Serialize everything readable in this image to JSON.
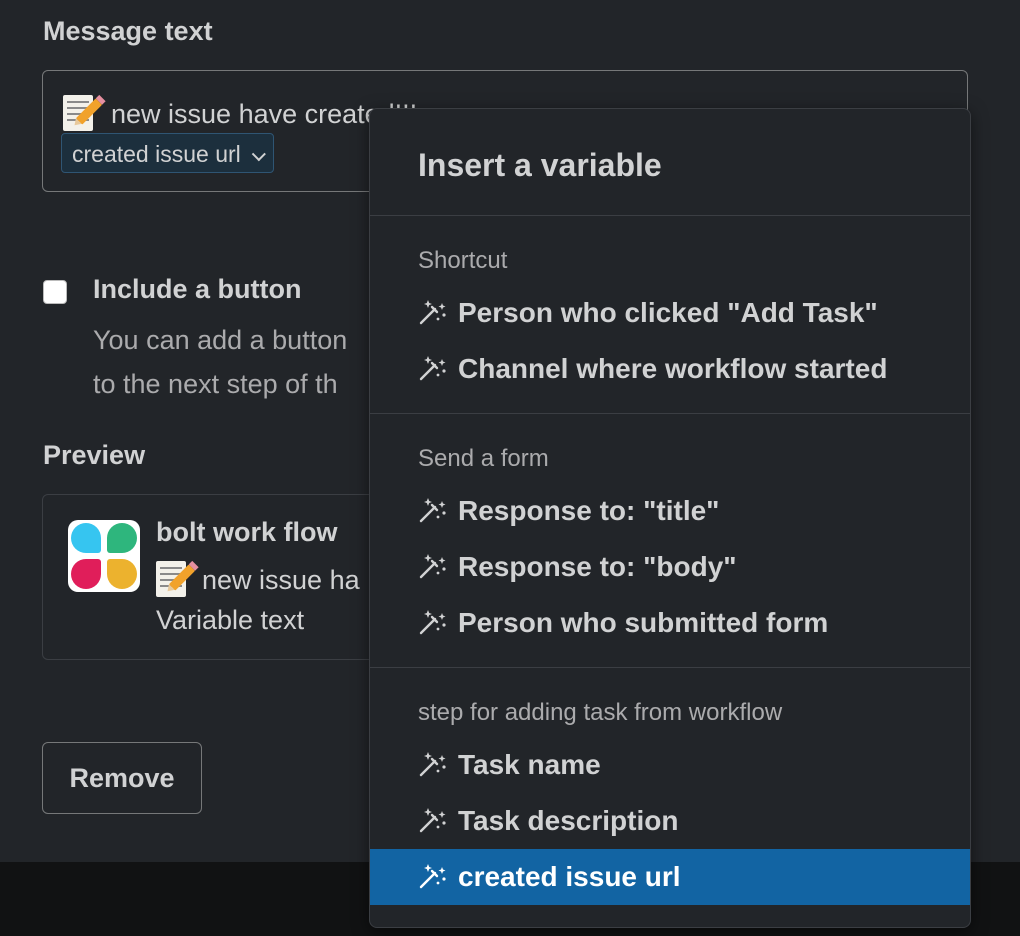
{
  "message": {
    "label": "Message text",
    "text": "new issue have created!!!",
    "variable_chip": "created issue url"
  },
  "include_button": {
    "label": "Include a button",
    "checked": false,
    "desc_line1": "You can add a button",
    "desc_line2": "to the next step of th"
  },
  "preview": {
    "label": "Preview",
    "app_name": "bolt work flow",
    "text": "new issue ha",
    "variable_text": "Variable text"
  },
  "remove_label": "Remove",
  "menu": {
    "title": "Insert a variable",
    "sections": [
      {
        "heading": "Shortcut",
        "items": [
          "Person who clicked \"Add Task\"",
          "Channel where workflow started"
        ]
      },
      {
        "heading": "Send a form",
        "items": [
          "Response to: \"title\"",
          "Response to: \"body\"",
          "Person who submitted form"
        ]
      },
      {
        "heading": "step for adding task from workflow",
        "items": [
          "Task name",
          "Task description",
          "created issue url"
        ]
      }
    ],
    "selected_item": "created issue url",
    "item_icon": "magic-wand-icon"
  },
  "colors": {
    "background": "#222529",
    "selected": "#1264a3",
    "chip_bg": "#1c2f3d"
  }
}
